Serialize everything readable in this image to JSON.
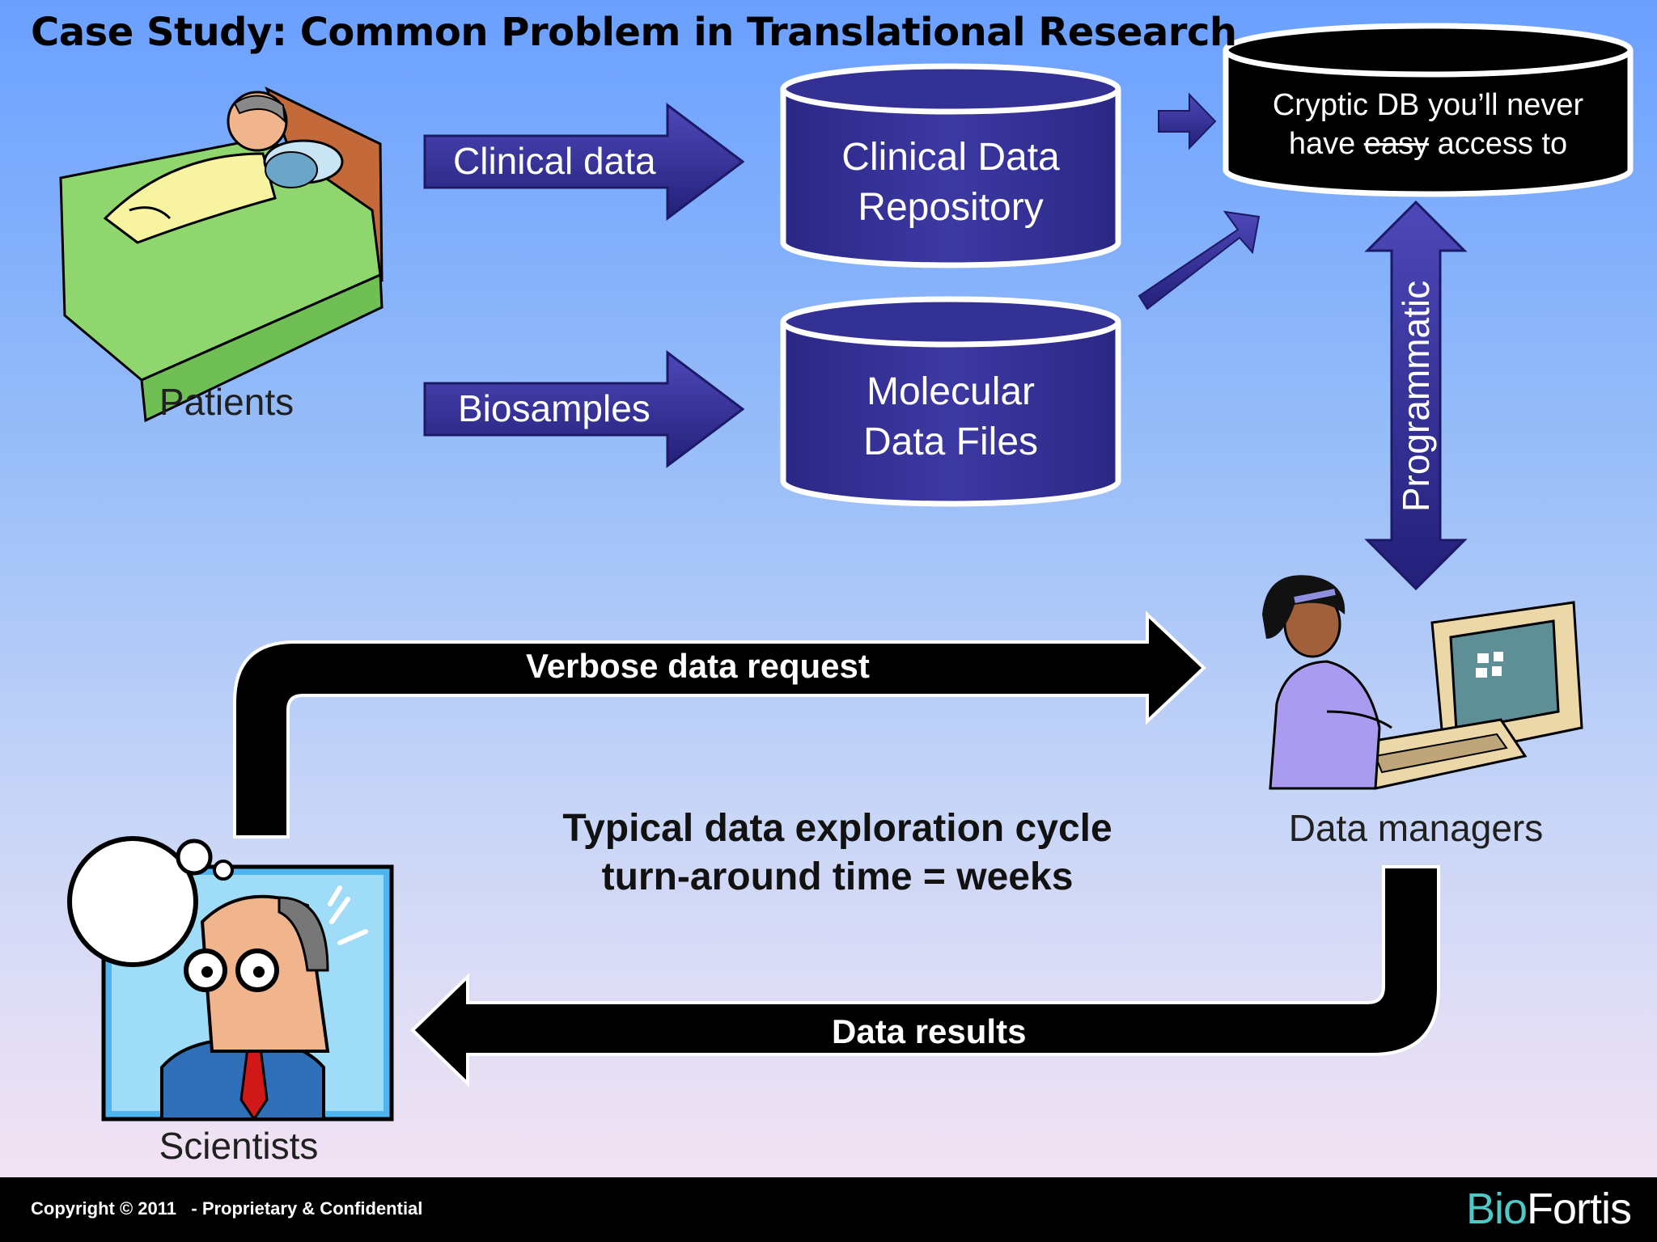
{
  "title": "Case Study: Common Problem in Translational Research",
  "actors": {
    "patients": "Patients",
    "data_managers": "Data managers",
    "scientists": "Scientists"
  },
  "flows": {
    "clinical_data": "Clinical data",
    "biosamples": "Biosamples",
    "programmatic": "Programmatic",
    "verbose_request": "Verbose data request",
    "data_results": "Data results"
  },
  "stores": {
    "clinical_repo_line1": "Clinical Data",
    "clinical_repo_line2": "Repository",
    "molecular_line1": "Molecular",
    "molecular_line2": "Data Files",
    "cryptic_line1": "Cryptic DB you’ll never",
    "cryptic_have": "have ",
    "cryptic_easy": "easy",
    "cryptic_rest": " access to"
  },
  "cycle_note": {
    "line1": "Typical data exploration cycle",
    "line2": "turn-around time = weeks"
  },
  "footer": {
    "copyright": "Copyright © 2011   - Proprietary & Confidential",
    "logo_bio": "Bio",
    "logo_fortis": "Fortis"
  },
  "colors": {
    "arrow_blue": "#2b2a8e",
    "store_blue": "#343194",
    "black_arrow": "#000000",
    "background_top": "#6aa0ff",
    "background_bottom": "#f3e3f3",
    "logo_accent": "#4fc8c8"
  }
}
